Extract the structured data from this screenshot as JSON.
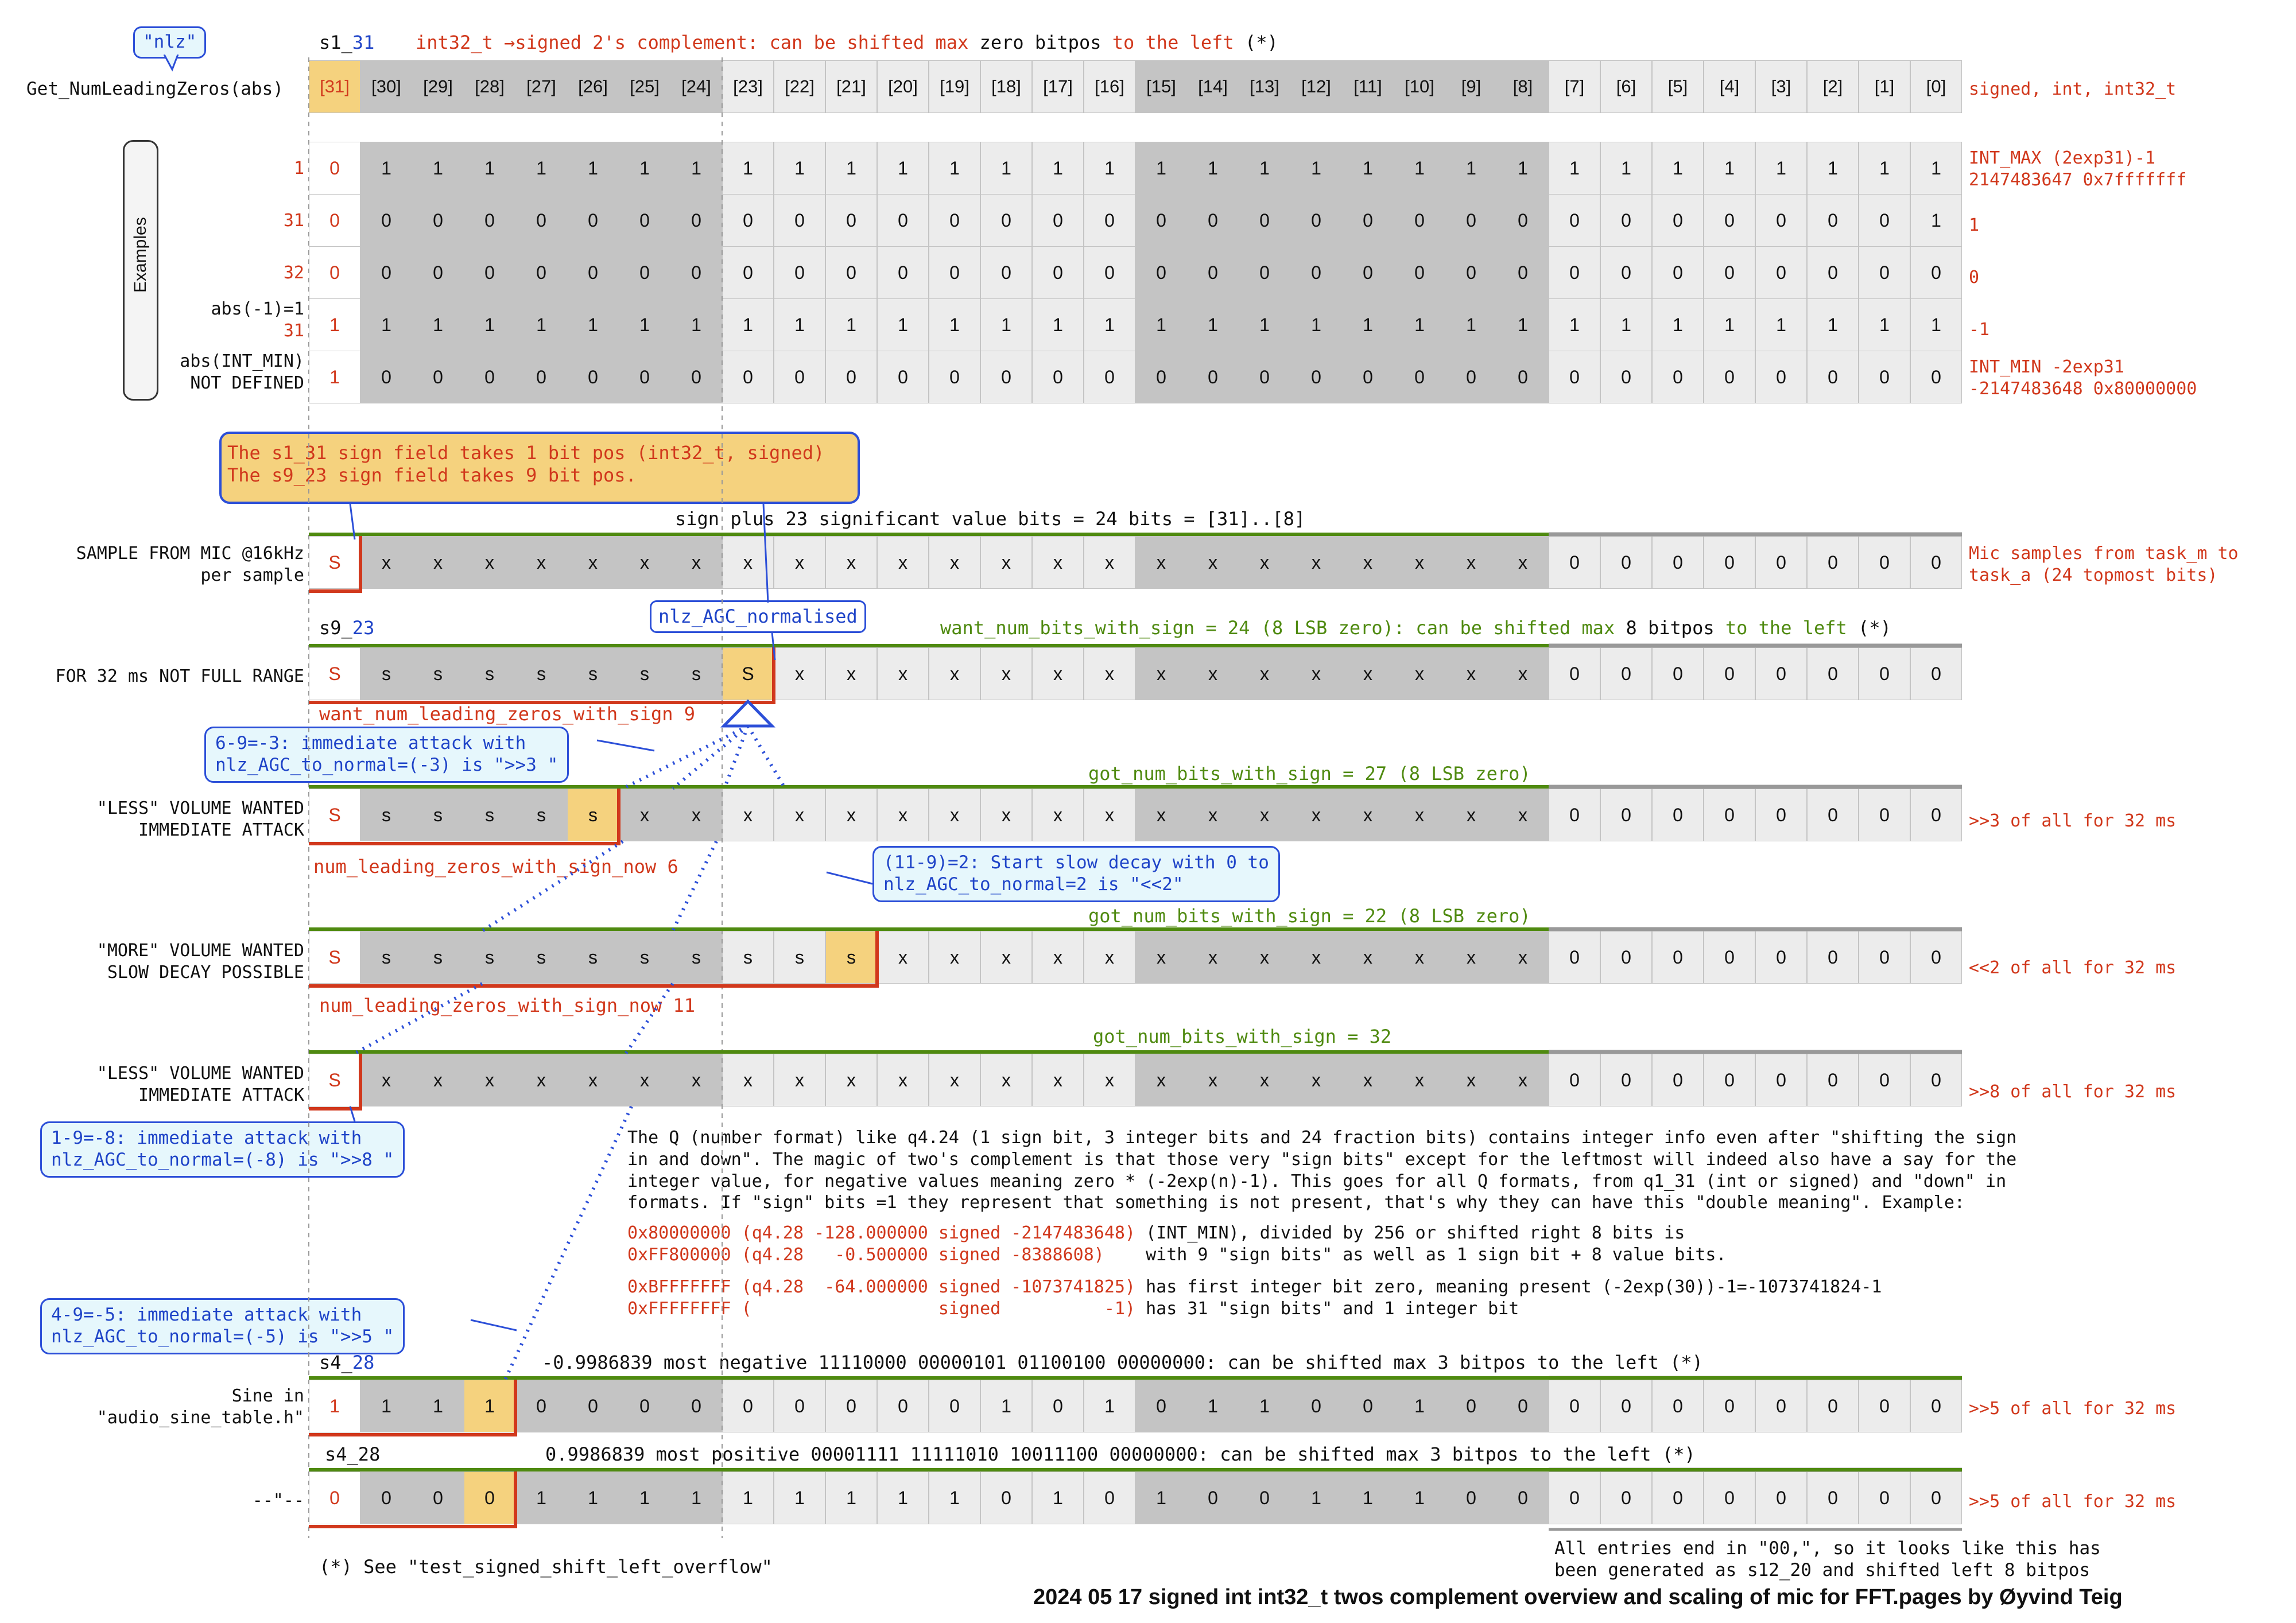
{
  "nlz_bubble": "\"nlz\"",
  "function_label": "Get_NumLeadingZeros(abs)",
  "s1_31": {
    "prefix": "s1_",
    "suffix": "31"
  },
  "top_header_text": "int32_t →signed 2's complement: can be shifted max zero bitpos to the left (*)",
  "top_header_parts": [
    "int32_t ",
    "→",
    "signed 2's complement: can be shifted max ",
    "zero bitpos",
    " to the left ",
    "(*)"
  ],
  "bit_headers": [
    "[31]",
    "[30]",
    "[29]",
    "[28]",
    "[27]",
    "[26]",
    "[25]",
    "[24]",
    "[23]",
    "[22]",
    "[21]",
    "[20]",
    "[19]",
    "[18]",
    "[17]",
    "[16]",
    "[15]",
    "[14]",
    "[13]",
    "[12]",
    "[11]",
    "[10]",
    "[9]",
    "[8]",
    "[7]",
    "[6]",
    "[5]",
    "[4]",
    "[3]",
    "[2]",
    "[1]",
    "[0]"
  ],
  "header_right": "signed, int, int32_t",
  "examples_label": "Examples",
  "examples": [
    {
      "left": [
        "1"
      ],
      "bits": "01111111111111111111111111111111",
      "right": [
        "INT_MAX (2exp31)-1",
        "2147483647 0x7fffffff"
      ]
    },
    {
      "left": [
        "31"
      ],
      "bits": "00000000000000000000000000000001",
      "right": [
        "1"
      ]
    },
    {
      "left": [
        "32"
      ],
      "bits": "00000000000000000000000000000000",
      "right": [
        "0"
      ]
    },
    {
      "left": [
        "abs(-1)=1",
        "31"
      ],
      "bits": "11111111111111111111111111111111",
      "right": [
        "-1"
      ]
    },
    {
      "left": [
        "abs(INT_MIN)",
        "NOT DEFINED"
      ],
      "bits": "10000000000000000000000000000000",
      "right": [
        "INT_MIN -2exp31",
        "-2147483648 0x80000000"
      ]
    }
  ],
  "sign_field_note": [
    "The s1_31 sign field takes 1 bit pos (int32_t, signed)",
    "The s9_23 sign field takes 9 bit pos."
  ],
  "mic_row": {
    "label": [
      "SAMPLE FROM MIC @16kHz",
      "per sample"
    ],
    "above": "sign plus 23 significant value bits = 24 bits = [31]..[8]",
    "bits": [
      "S",
      "x",
      "x",
      "x",
      "x",
      "x",
      "x",
      "x",
      "x",
      "x",
      "x",
      "x",
      "x",
      "x",
      "x",
      "x",
      "x",
      "x",
      "x",
      "x",
      "x",
      "x",
      "x",
      "x",
      "0",
      "0",
      "0",
      "0",
      "0",
      "0",
      "0",
      "0"
    ],
    "right": [
      "Mic samples from task_m to",
      "task_a (24 topmost bits)"
    ]
  },
  "s9_23": {
    "prefix": "s9_",
    "suffix": "23"
  },
  "nlz_agc_normalised": "nlz_AGC_normalised",
  "want_text": [
    "want_num_bits_with_sign = 24 (8 LSB zero): can be shifted max ",
    "8 bitpos",
    " to the left ",
    "(*)"
  ],
  "full_range_row": {
    "label": [
      "FOR 32 ms NOT FULL RANGE"
    ],
    "bits": [
      "S",
      "s",
      "s",
      "s",
      "s",
      "s",
      "s",
      "s",
      "S",
      "x",
      "x",
      "x",
      "x",
      "x",
      "x",
      "x",
      "x",
      "x",
      "x",
      "x",
      "x",
      "x",
      "x",
      "x",
      "0",
      "0",
      "0",
      "0",
      "0",
      "0",
      "0",
      "0"
    ]
  },
  "want_leading": "want_num_leading_zeros_with_sign 9",
  "callout_attack_3": [
    "6-9=-3: immediate attack with",
    "nlz_AGC_to_normal=(-3) is \">>3 \""
  ],
  "got_27": "got_num_bits_with_sign = 27 (8 LSB zero)",
  "less_row_1": {
    "label": [
      "\"LESS\" VOLUME WANTED",
      "IMMEDIATE ATTACK"
    ],
    "bits": [
      "S",
      "s",
      "s",
      "s",
      "s",
      "s",
      "x",
      "x",
      "x",
      "x",
      "x",
      "x",
      "x",
      "x",
      "x",
      "x",
      "x",
      "x",
      "x",
      "x",
      "x",
      "x",
      "x",
      "x",
      "0",
      "0",
      "0",
      "0",
      "0",
      "0",
      "0",
      "0"
    ],
    "right": [
      ">>3 of all for 32 ms"
    ]
  },
  "leading_now_6": "num_leading_zeros_with_sign_now 6",
  "callout_decay": [
    "(11-9)=2: Start slow decay with 0 to",
    "nlz_AGC_to_normal=2 is \"<<2\""
  ],
  "got_22": "got_num_bits_with_sign = 22 (8 LSB zero)",
  "more_row": {
    "label": [
      "\"MORE\" VOLUME WANTED",
      "SLOW DECAY POSSIBLE"
    ],
    "bits": [
      "S",
      "s",
      "s",
      "s",
      "s",
      "s",
      "s",
      "s",
      "s",
      "s",
      "s",
      "x",
      "x",
      "x",
      "x",
      "x",
      "x",
      "x",
      "x",
      "x",
      "x",
      "x",
      "x",
      "x",
      "0",
      "0",
      "0",
      "0",
      "0",
      "0",
      "0",
      "0"
    ],
    "right": [
      "<<2 of all for 32 ms"
    ]
  },
  "leading_now_11": "num_leading_zeros_with_sign_now 11",
  "got_32": "got_num_bits_with_sign = 32",
  "less_row_2": {
    "label": [
      "\"LESS\" VOLUME WANTED",
      "IMMEDIATE ATTACK"
    ],
    "bits": [
      "S",
      "x",
      "x",
      "x",
      "x",
      "x",
      "x",
      "x",
      "x",
      "x",
      "x",
      "x",
      "x",
      "x",
      "x",
      "x",
      "x",
      "x",
      "x",
      "x",
      "x",
      "x",
      "x",
      "x",
      "0",
      "0",
      "0",
      "0",
      "0",
      "0",
      "0",
      "0"
    ],
    "right": [
      ">>8 of all for 32 ms"
    ]
  },
  "callout_attack_8": [
    "1-9=-8: immediate attack with",
    "nlz_AGC_to_normal=(-8) is \">>8 \""
  ],
  "callout_attack_5": [
    "4-9=-5: immediate attack with",
    "nlz_AGC_to_normal=(-5) is \">>5 \""
  ],
  "q_paragraph": [
    "The Q (number format) like q4.24 (1 sign bit, 3 integer bits and 24 fraction bits) contains integer info even after \"shifting the sign",
    "in and down\". The magic of two's complement is that those very \"sign bits\" except for the leftmost will indeed also have a say for the",
    "integer value, for negative values meaning zero * (-2exp(n)-1). This goes for all Q formats, from q1_31 (int or signed) and \"down\" in",
    "formats. If \"sign\" bits =1 they represent that something is not present, that's why they can have this \"double meaning\". Example:"
  ],
  "q_examples": [
    {
      "red": "0x80000000 (q4.28 -128.000000 signed -2147483648)",
      "black": " (INT_MIN), divided by 256 or shifted right 8 bits is"
    },
    {
      "red": "0xFF800000 (q4.28   -0.500000 signed -8388608)   ",
      "black": " with 9 \"sign bits\" as well as 1 sign bit + 8 value bits."
    },
    {
      "red": "0xBFFFFFFF (q4.28  -64.000000 signed -1073741825)",
      "black": " has first integer bit zero, meaning present (-2exp(30))-1=-1073741824-1"
    },
    {
      "red": "0xFFFFFFFF (                  signed          -1)",
      "black": " has 31 \"sign bits\" and 1 integer bit"
    }
  ],
  "s4_28_a": {
    "prefix": "s4_",
    "suffix": "28"
  },
  "sine_neg_text": "-0.9986839 most negative 11110000 00000101 01100100 00000000: can be shifted max 3 bitpos to the left (*)",
  "sine_neg_row": {
    "label": [
      "Sine in",
      "\"audio_sine_table.h\""
    ],
    "bits": "11110000000001010110010000000000",
    "right": [
      ">>5 of all for 32 ms"
    ]
  },
  "s4_28_b": "s4_28",
  "sine_pos_text": "0.9986839 most positive 00001111 11111010 10011100 00000000: can be shifted max 3 bitpos to the left (*)",
  "sine_pos_row": {
    "label": [
      "--\"--"
    ],
    "bits": "00001111111110101001110000000000",
    "right": [
      ">>5 of all for 32 ms"
    ]
  },
  "footnote": "(*) See \"test_signed_shift_left_overflow\"",
  "all_entries_note": [
    "All entries end in \"00,\", so it looks like this has",
    "been generated as s12_20 and shifted left 8 bitpos"
  ],
  "caption": "2024 05 17 signed int int32_t twos complement overview and scaling of mic for FFT.pages by Øyvind Teig",
  "colors": {
    "red": "#d1381c",
    "blue": "#1f44c8",
    "green": "#4f8a10",
    "dark_cell": "#c4c4c4",
    "light_cell": "#ececec",
    "yellow": "#f5d27e"
  }
}
